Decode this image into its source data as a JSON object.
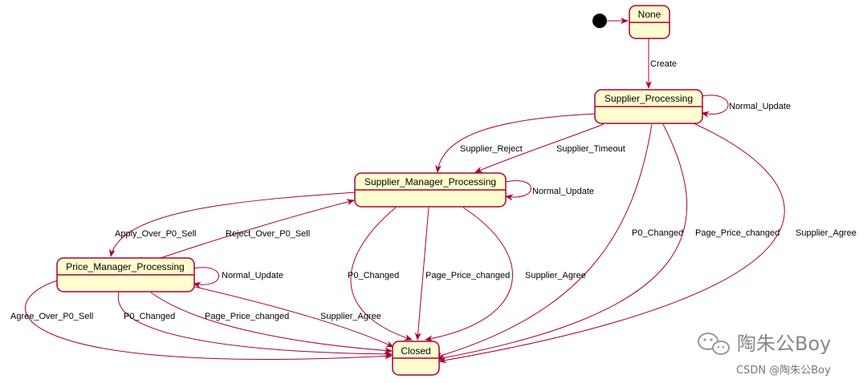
{
  "diagram": {
    "states": {
      "none": "None",
      "supplier_processing": "Supplier_Processing",
      "supplier_manager_processing": "Supplier_Manager_Processing",
      "price_manager_processing": "Price_Manager_Processing",
      "closed": "Closed"
    },
    "transitions": {
      "create": "Create",
      "sp_normal_update": "Normal_Update",
      "supplier_reject": "Supplier_Reject",
      "supplier_timeout": "Supplier_Timeout",
      "smp_normal_update": "Normal_Update",
      "apply_over_p0_sell": "Apply_Over_P0_Sell",
      "reject_over_p0_sell": "Reject_Over_P0_Sell",
      "pmp_normal_update": "Normal_Update",
      "sp_p0_changed": "P0_Changed",
      "sp_page_price_changed": "Page_Price_changed",
      "sp_supplier_agree": "Supplier_Agree",
      "smp_p0_changed": "P0_Changed",
      "smp_page_price_changed": "Page_Price_changed",
      "smp_supplier_agree": "Supplier_Agree",
      "agree_over_p0_sell": "Agree_Over_P0_Sell",
      "pmp_p0_changed": "P0_Changed",
      "pmp_page_price_changed": "Page_Price_changed",
      "pmp_supplier_agree": "Supplier_Agree"
    }
  },
  "watermark": {
    "brand": "陶朱公Boy",
    "csdn": "CSDN @陶朱公Boy"
  },
  "colors": {
    "state_fill": "#fefece",
    "state_border": "#a80036",
    "edge": "#a80036"
  }
}
